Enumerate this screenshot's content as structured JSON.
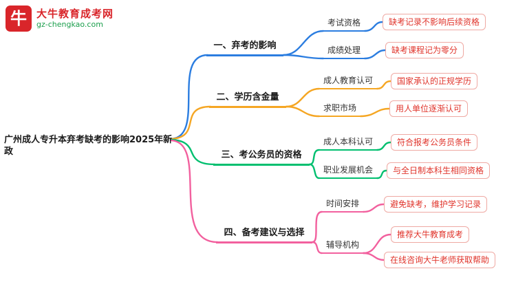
{
  "logo": {
    "icon_char": "牛",
    "title": "大牛教育成考网",
    "subtitle": "gz-chengkao.com",
    "brand_red": "#d9252a",
    "brand_green": "#1a9e4b"
  },
  "root_label": "广州成人专升本弃考缺考的影响2025年新政",
  "colors": {
    "branch1": "#2b7de0",
    "branch2": "#f5a623",
    "branch3": "#00bf6f",
    "branch4": "#f2609e",
    "leaf_text": "#e0342b",
    "leaf_border": "#efa9a3"
  },
  "branches": [
    {
      "label": "一、弃考的影响",
      "color": "#2b7de0",
      "children": [
        {
          "label": "考试资格",
          "leaves": [
            "缺考记录不影响后续资格"
          ]
        },
        {
          "label": "成绩处理",
          "leaves": [
            "缺考课程记为零分"
          ]
        }
      ]
    },
    {
      "label": "二、学历含金量",
      "color": "#f5a623",
      "children": [
        {
          "label": "成人教育认可",
          "leaves": [
            "国家承认的正规学历"
          ]
        },
        {
          "label": "求职市场",
          "leaves": [
            "用人单位逐渐认可"
          ]
        }
      ]
    },
    {
      "label": "三、考公务员的资格",
      "color": "#00bf6f",
      "children": [
        {
          "label": "成人本科认可",
          "leaves": [
            "符合报考公务员条件"
          ]
        },
        {
          "label": "职业发展机会",
          "leaves": [
            "与全日制本科生相同资格"
          ]
        }
      ]
    },
    {
      "label": "四、备考建议与选择",
      "color": "#f2609e",
      "children": [
        {
          "label": "时间安排",
          "leaves": [
            "避免缺考，维护学习记录"
          ]
        },
        {
          "label": "辅导机构",
          "leaves": [
            "推荐大牛教育成考",
            "在线咨询大牛老师获取帮助"
          ]
        }
      ]
    }
  ]
}
